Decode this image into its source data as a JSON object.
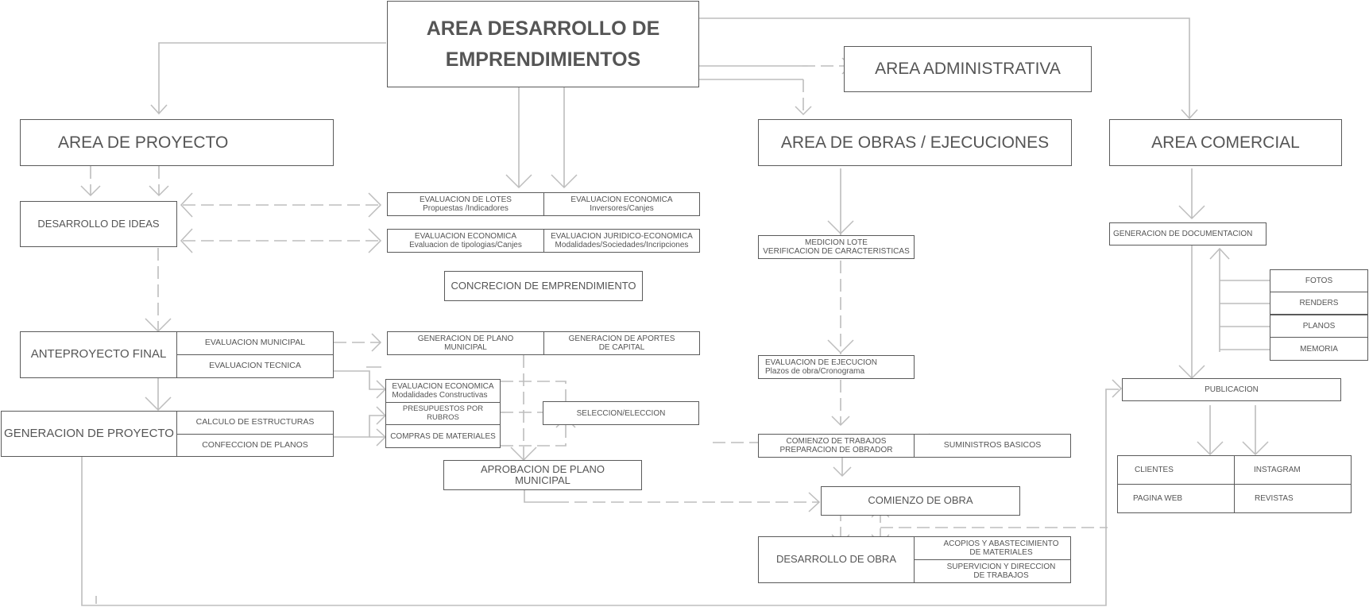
{
  "main": {
    "title_line1": "AREA DESARROLLO DE",
    "title_line2": "EMPRENDIMIENTOS",
    "admin": "AREA ADMINISTRATIVA"
  },
  "proyecto": {
    "header": "AREA DE PROYECTO",
    "desarrollo_ideas": "DESARROLLO DE IDEAS",
    "anteproyecto_final": "ANTEPROYECTO FINAL",
    "evaluacion_municipal": "EVALUACION MUNICIPAL",
    "evaluacion_tecnica": "EVALUACION TECNICA",
    "generacion_proyecto": "GENERACION DE PROYECTO",
    "calculo_estructuras": "CALCULO DE ESTRUCTURAS",
    "confeccion_planos": "CONFECCION DE PLANOS"
  },
  "evaluaciones": {
    "lotes_title": "EVALUACION DE LOTES",
    "lotes_sub": "Propuestas /Indicadores",
    "eco_inv_title": "EVALUACION ECONOMICA",
    "eco_inv_sub": "Inversores/Canjes",
    "eco_tip_title": "EVALUACION ECONOMICA",
    "eco_tip_sub": "Evaluacion de tipologias/Canjes",
    "jur_title": "EVALUACION JURIDICO-ECONOMICA",
    "jur_sub": "Modalidades/Sociedades/Incripciones",
    "concrecion": "CONCRECION DE EMPRENDIMIENTO",
    "plano_municipal_1": "GENERACION DE PLANO",
    "plano_municipal_2": "MUNICIPAL",
    "aportes_1": "GENERACION DE APORTES",
    "aportes_2": "DE CAPITAL",
    "eco_mod_title": "EVALUACION ECONOMICA",
    "eco_mod_sub": "Modalidades Constructivas",
    "presupuestos": "PRESUPUESTOS POR RUBROS",
    "compras": "COMPRAS DE MATERIALES",
    "seleccion": "SELECCION/ELECCION",
    "aprobacion_1": "APROBACION DE PLANO",
    "aprobacion_2": "MUNICIPAL"
  },
  "obras": {
    "header": "AREA DE OBRAS / EJECUCIONES",
    "medicion_1": "MEDICION LOTE",
    "medicion_2": "VERIFICACION DE CARACTERISTICAS",
    "ejecucion_1": "EVALUACION DE EJECUCION",
    "ejecucion_2": "Plazos de obra/Cronograma",
    "trabajos_1": "COMIENZO DE TRABAJOS",
    "trabajos_2": "PREPARACION DE OBRADOR",
    "suministros": "SUMINISTROS BASICOS",
    "comienzo_obra": "COMIENZO DE OBRA",
    "desarrollo_obra": "DESARROLLO DE OBRA",
    "acopios_1": "ACOPIOS Y ABASTECIMIENTO",
    "acopios_2": "DE MATERIALES",
    "supervicion_1": "SUPERVICION Y DIRECCION",
    "supervicion_2": "DE TRABAJOS"
  },
  "comercial": {
    "header": "AREA COMERCIAL",
    "documentacion": "GENERACION DE DOCUMENTACION",
    "docs": [
      "FOTOS",
      "RENDERS",
      "PLANOS",
      "MEMORIA"
    ],
    "publicacion": "PUBLICACION",
    "canales": [
      "CLIENTES",
      "INSTAGRAM",
      "PAGINA WEB",
      "REVISTAS"
    ]
  }
}
